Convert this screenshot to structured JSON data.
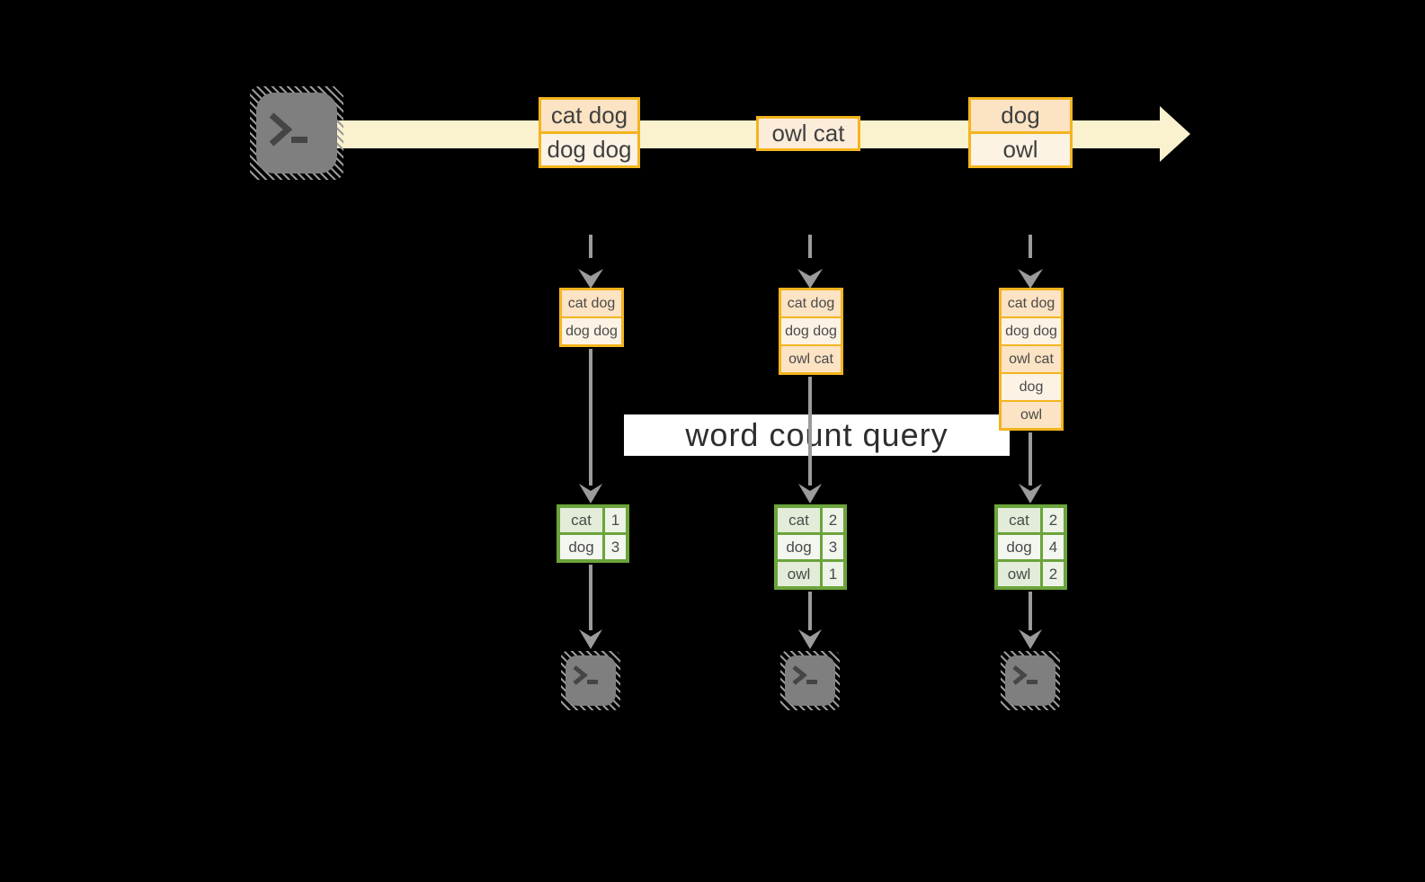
{
  "diagram": {
    "banner": "word count query",
    "icons": {
      "source": "terminal-icon",
      "sink": "terminal-icon"
    },
    "colors": {
      "background": "#000000",
      "stream_band": "#FAF1CE",
      "cell_peach_dark": "#FBE3C3",
      "cell_peach_mid": "#FCEDDA",
      "cell_peach_light": "#FDF3E4",
      "orange_border": "#F4B41F",
      "green_border": "#6BA43B",
      "green_cell_dark": "#E3ECD8",
      "green_cell_mid": "#EDF3E6",
      "green_cell_light": "#F3F7EF",
      "arrow_gray": "#9B9B9B",
      "terminal_gray": "#7F7F7F",
      "banner_bg": "#FFFFFF",
      "text_dark": "#404040"
    },
    "stream": {
      "batches": [
        {
          "lines": [
            "cat dog",
            "dog dog"
          ]
        },
        {
          "lines": [
            "owl cat"
          ]
        },
        {
          "lines": [
            "dog",
            "owl"
          ]
        }
      ]
    },
    "columns": [
      {
        "micro_batch": [
          "cat dog",
          "dog dog"
        ],
        "counts": [
          {
            "word": "cat",
            "count": "1"
          },
          {
            "word": "dog",
            "count": "3"
          }
        ]
      },
      {
        "micro_batch": [
          "cat dog",
          "dog dog",
          "owl cat"
        ],
        "counts": [
          {
            "word": "cat",
            "count": "2"
          },
          {
            "word": "dog",
            "count": "3"
          },
          {
            "word": "owl",
            "count": "1"
          }
        ]
      },
      {
        "micro_batch": [
          "cat dog",
          "dog dog",
          "owl cat",
          "dog",
          "owl"
        ],
        "counts": [
          {
            "word": "cat",
            "count": "2"
          },
          {
            "word": "dog",
            "count": "4"
          },
          {
            "word": "owl",
            "count": "2"
          }
        ]
      }
    ]
  }
}
